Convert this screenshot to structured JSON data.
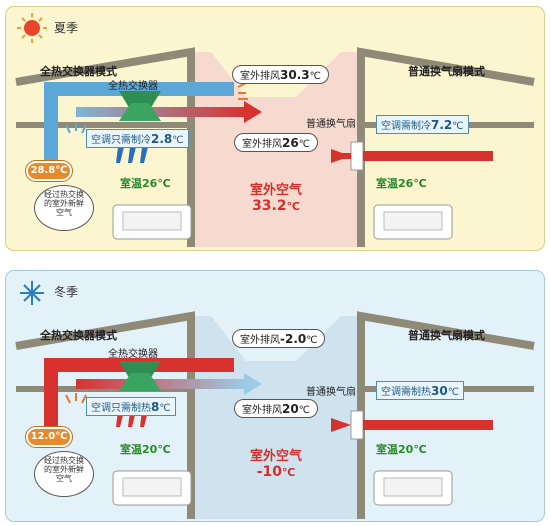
{
  "summer": {
    "season_label": "夏季",
    "left_mode": "全热交换器模式",
    "exchanger_label": "全热交换器",
    "right_mode": "普通换气扇模式",
    "fan_label": "普通换气扇",
    "left_exhaust": {
      "label": "室外排风",
      "value": "30.3",
      "unit": "℃"
    },
    "right_exhaust": {
      "label": "室外排风",
      "value": "26",
      "unit": "℃"
    },
    "left_load": {
      "label": "空调只需制冷",
      "value": "2.8",
      "unit": "℃"
    },
    "right_load": {
      "label": "空调需制冷",
      "value": "7.2",
      "unit": "℃"
    },
    "supply_badge": "28.8℃",
    "note": [
      "经过热交换",
      "的室外新鲜",
      "空气"
    ],
    "left_room": {
      "label": "室温",
      "value": "26",
      "unit": "℃"
    },
    "right_room": {
      "label": "室温",
      "value": "26",
      "unit": "℃"
    },
    "outdoor": {
      "label": "室外空气",
      "value": "33.2",
      "unit": "℃"
    }
  },
  "winter": {
    "season_label": "冬季",
    "left_mode": "全热交换器模式",
    "exchanger_label": "全热交换器",
    "right_mode": "普通换气扇模式",
    "fan_label": "普通换气扇",
    "left_exhaust": {
      "label": "室外排风",
      "value": "-2.0",
      "unit": "℃"
    },
    "right_exhaust": {
      "label": "室外排风",
      "value": "20",
      "unit": "℃"
    },
    "left_load": {
      "label": "空调只需制热",
      "value": "8",
      "unit": "℃"
    },
    "right_load": {
      "label": "空调需制热",
      "value": "30",
      "unit": "℃"
    },
    "supply_badge": "12.0℃",
    "note": [
      "经过热交换",
      "的室外新鲜",
      "空气"
    ],
    "left_room": {
      "label": "室温",
      "value": "20",
      "unit": "℃"
    },
    "right_room": {
      "label": "室温",
      "value": "20",
      "unit": "℃"
    },
    "outdoor": {
      "label": "室外空气",
      "value": "-10",
      "unit": "℃"
    }
  },
  "colors": {
    "warm": "#d8322e",
    "cool": "#5aa7d8",
    "summer_center": "#f6d9cf",
    "winter_center": "#cfe3ef",
    "wall": "#8f8a78"
  }
}
